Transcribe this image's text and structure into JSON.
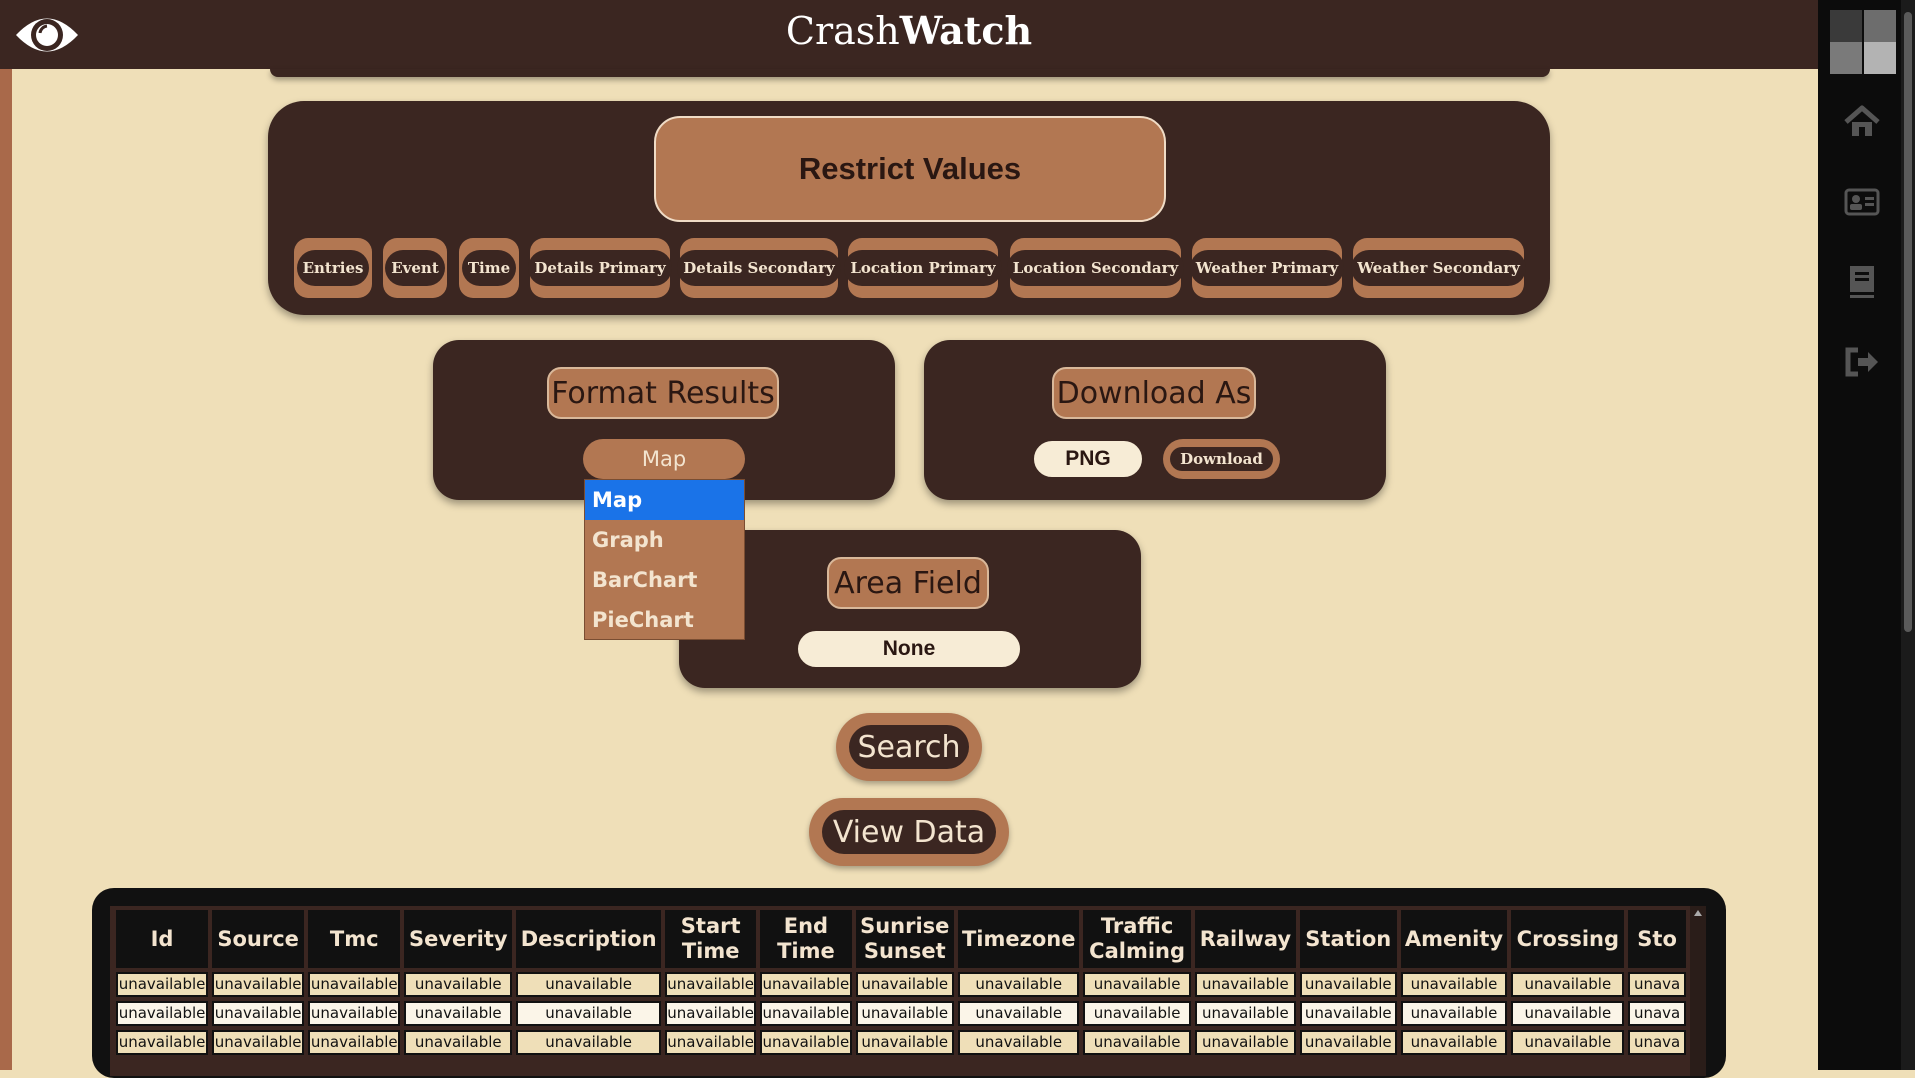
{
  "header": {
    "title_plain": "Crash",
    "title_bold": "Watch",
    "logo_icon": "eye-icon"
  },
  "sidebar": {
    "items": [
      {
        "icon": "home-icon"
      },
      {
        "icon": "contact-card-icon"
      },
      {
        "icon": "book-icon"
      },
      {
        "icon": "sign-out-icon"
      }
    ]
  },
  "restrict": {
    "title": "Restrict Values",
    "chips": [
      "Entries",
      "Event",
      "Time",
      "Details Primary",
      "Details Secondary",
      "Location Primary",
      "Location Secondary",
      "Weather Primary",
      "Weather Secondary"
    ]
  },
  "format": {
    "label": "Format Results",
    "selected": "Map",
    "options": [
      "Map",
      "Graph",
      "BarChart",
      "PieChart"
    ]
  },
  "download": {
    "label": "Download As",
    "format": "PNG",
    "button": "Download"
  },
  "area": {
    "label": "Area Field",
    "selected": "None"
  },
  "actions": {
    "search": "Search",
    "view_data": "View Data"
  },
  "table": {
    "columns": [
      "Id",
      "Source",
      "Tmc",
      "Severity",
      "Description",
      "Start Time",
      "End Time",
      "Sunrise Sunset",
      "Timezone",
      "Traffic Calming",
      "Railway",
      "Station",
      "Amenity",
      "Crossing",
      "Sto"
    ],
    "rows": [
      [
        "unavailable",
        "unavailable",
        "unavailable",
        "unavailable",
        "unavailable",
        "unavailable",
        "unavailable",
        "unavailable",
        "unavailable",
        "unavailable",
        "unavailable",
        "unavailable",
        "unavailable",
        "unavailable",
        "unava"
      ],
      [
        "unavailable",
        "unavailable",
        "unavailable",
        "unavailable",
        "unavailable",
        "unavailable",
        "unavailable",
        "unavailable",
        "unavailable",
        "unavailable",
        "unavailable",
        "unavailable",
        "unavailable",
        "unavailable",
        "unava"
      ],
      [
        "unavailable",
        "unavailable",
        "unavailable",
        "unavailable",
        "unavailable",
        "unavailable",
        "unavailable",
        "unavailable",
        "unavailable",
        "unavailable",
        "unavailable",
        "unavailable",
        "unavailable",
        "unavailable",
        "unava"
      ]
    ]
  },
  "colors": {
    "background": "#efdfb8",
    "panel": "#3b2621",
    "accent": "#b27752",
    "selected_option": "#1a73e8"
  }
}
